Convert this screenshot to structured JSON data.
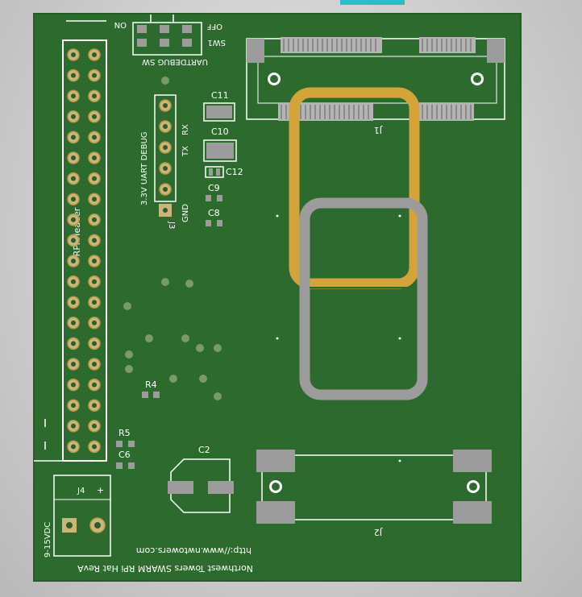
{
  "board": {
    "colors": {
      "background": "#c9c9c9",
      "substrate": "#2c6b2d",
      "trace": "#2a6929",
      "silkscreen": "#ffffff",
      "pad_metal": "#9c9c9c",
      "gold": "#d4a43a",
      "through_hole": "#cdb57a",
      "accent": "#27c0c8"
    },
    "labels": {
      "switch_on": "ON",
      "switch_off": "OFF",
      "switch_ref": "SW1",
      "switch_name": "UARTDEBUG SW",
      "connector_j1": "J1",
      "connector_j2": "J2",
      "connector_j3": "J3",
      "connector_j4": "J4",
      "c11": "C11",
      "c10": "C10",
      "c12": "C12",
      "c9": "C9",
      "c8": "C8",
      "c2": "C2",
      "c6": "C6",
      "r4": "R4",
      "r5": "R5",
      "uart_debug": "3.3V UART DEBUG",
      "rx": "RX",
      "tx": "TX",
      "gnd": "GND",
      "rpi_header": "RPi Header",
      "power_input": "9-15VDC",
      "plus": "+",
      "url": "http://www.nwtowers.com",
      "board_name": "Northwest Towers SWARM RPi Hat RevA"
    }
  }
}
